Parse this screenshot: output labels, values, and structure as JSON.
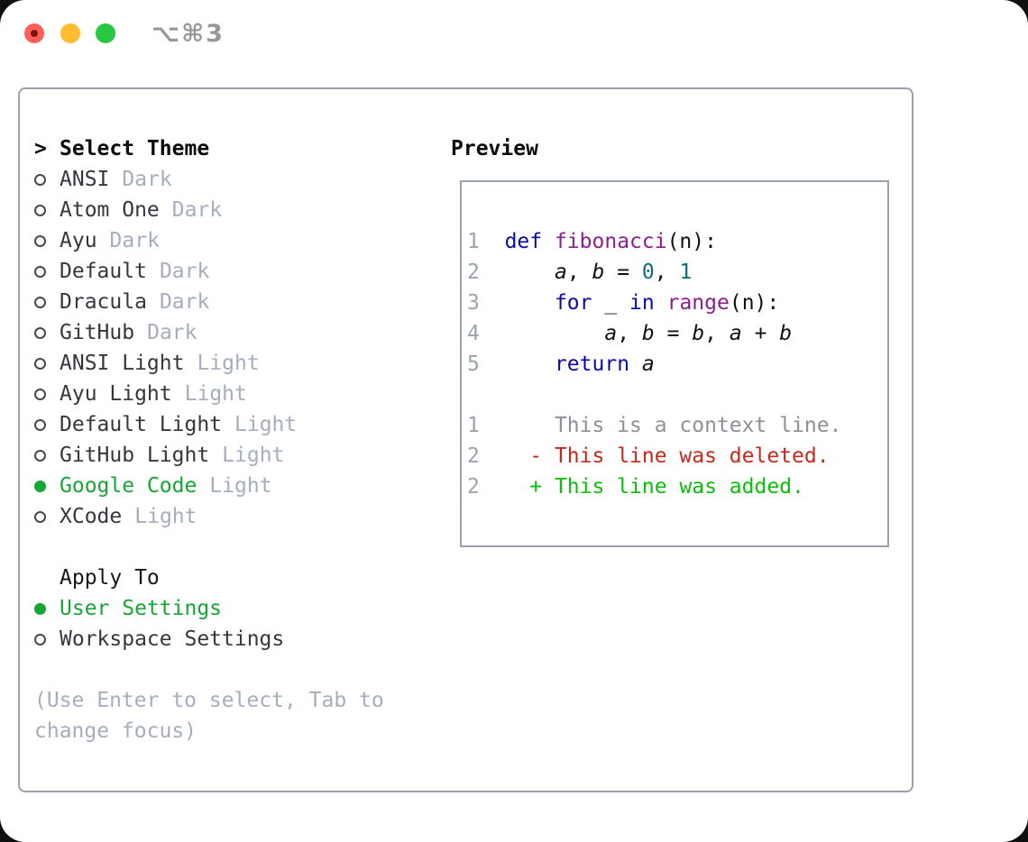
{
  "window_controls": {
    "shortcut": "⌥⌘3",
    "buttons": [
      "close",
      "minimize",
      "zoom"
    ]
  },
  "theme_menu": {
    "prompt": ">",
    "title": "Select Theme",
    "items": [
      {
        "name": "ANSI",
        "variant": "Dark",
        "selected": false
      },
      {
        "name": "Atom One",
        "variant": "Dark",
        "selected": false
      },
      {
        "name": "Ayu",
        "variant": "Dark",
        "selected": false
      },
      {
        "name": "Default",
        "variant": "Dark",
        "selected": false
      },
      {
        "name": "Dracula",
        "variant": "Dark",
        "selected": false
      },
      {
        "name": "GitHub",
        "variant": "Dark",
        "selected": false
      },
      {
        "name": "ANSI Light",
        "variant": "Light",
        "selected": false
      },
      {
        "name": "Ayu Light",
        "variant": "Light",
        "selected": false
      },
      {
        "name": "Default Light",
        "variant": "Light",
        "selected": false
      },
      {
        "name": "GitHub Light",
        "variant": "Light",
        "selected": false
      },
      {
        "name": "Google Code",
        "variant": "Light",
        "selected": true
      },
      {
        "name": "XCode",
        "variant": "Light",
        "selected": false
      }
    ]
  },
  "apply_to": {
    "title": "Apply To",
    "options": [
      {
        "label": "User Settings",
        "selected": true
      },
      {
        "label": "Workspace Settings",
        "selected": false
      }
    ]
  },
  "help_lines": [
    "(Use Enter to select, Tab to",
    "change focus)"
  ],
  "preview": {
    "title": "Preview",
    "code_lines": [
      {
        "num": "1",
        "tokens": [
          [
            "kw",
            "def "
          ],
          [
            "fn",
            "fibonacci"
          ],
          [
            "pl",
            "(n):"
          ]
        ]
      },
      {
        "num": "2",
        "tokens": [
          [
            "pl",
            "    "
          ],
          [
            "va",
            "a"
          ],
          [
            "pl",
            ", "
          ],
          [
            "va",
            "b"
          ],
          [
            "pl",
            " = "
          ],
          [
            "nu",
            "0"
          ],
          [
            "pl",
            ", "
          ],
          [
            "nu",
            "1"
          ]
        ]
      },
      {
        "num": "3",
        "tokens": [
          [
            "pl",
            "    "
          ],
          [
            "kw",
            "for"
          ],
          [
            "pl",
            " _ "
          ],
          [
            "kw",
            "in"
          ],
          [
            "pl",
            " "
          ],
          [
            "fn",
            "range"
          ],
          [
            "pl",
            "(n):"
          ]
        ]
      },
      {
        "num": "4",
        "tokens": [
          [
            "pl",
            "        "
          ],
          [
            "va",
            "a"
          ],
          [
            "pl",
            ", "
          ],
          [
            "va",
            "b"
          ],
          [
            "pl",
            " = "
          ],
          [
            "va",
            "b"
          ],
          [
            "pl",
            ", "
          ],
          [
            "va",
            "a"
          ],
          [
            "pl",
            " + "
          ],
          [
            "va",
            "b"
          ]
        ]
      },
      {
        "num": "5",
        "tokens": [
          [
            "pl",
            "    "
          ],
          [
            "kw",
            "return "
          ],
          [
            "va",
            "a"
          ]
        ]
      }
    ],
    "diff_lines": [
      {
        "num": "1",
        "type": "context",
        "text": "    This is a context line."
      },
      {
        "num": "2",
        "type": "deleted",
        "text": "  - This line was deleted."
      },
      {
        "num": "2",
        "type": "added",
        "text": "  + This line was added."
      }
    ]
  },
  "colors": {
    "window_border": "#99a1ad",
    "traffic_red": "#ff5f57",
    "traffic_red_dot": "#7f1310",
    "traffic_yellow": "#febc2e",
    "traffic_green": "#28c840",
    "shortcut_gray": "#97979c",
    "title_black": "#0b0b0d",
    "item_text": "#34373d",
    "muted_gray": "#a5aebb",
    "selected_green": "#17a535",
    "marker_gray": "#45494f",
    "line_number": "#9aa3b0",
    "code_plain": "#101114",
    "code_keyword": "#0b0ba6",
    "code_function": "#8d1f8d",
    "code_number": "#0e6e76",
    "diff_context": "#8d9096",
    "diff_deleted": "#c5281c",
    "diff_added": "#0cbe0c"
  }
}
